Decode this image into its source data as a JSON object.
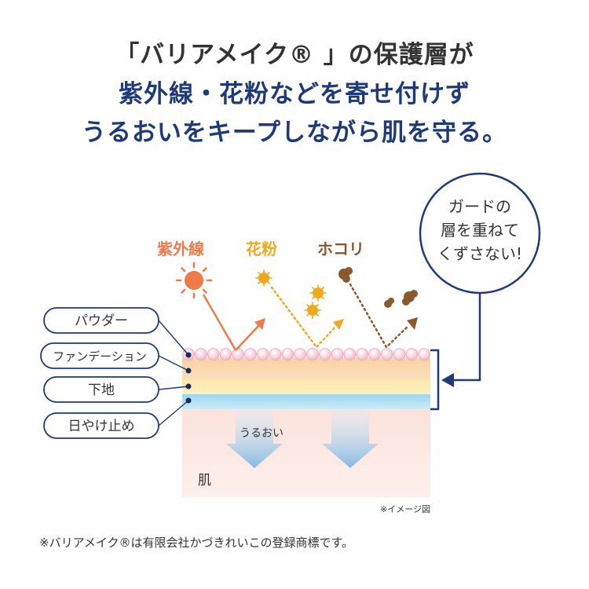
{
  "headline": {
    "line1": "「バリアメイク® 」の保護層が",
    "line2": "紫外線・花粉などを寄せ付けず",
    "line3": "うるおいをキープしながら肌を守る。"
  },
  "diagram": {
    "bubble_line1": "ガードの",
    "bubble_line2": "層を重ねて",
    "bubble_line3": "くずさない!",
    "threat_uv": "紫外線",
    "threat_pollen": "花粉",
    "threat_dust": "ホコリ",
    "layer_powder": "パウダー",
    "layer_foundation": "ファンデーション",
    "layer_base": "下地",
    "layer_sunscreen": "日やけ止め",
    "moisture_label": "うるおい",
    "skin_label": "肌",
    "image_note": "※イメージ図"
  },
  "footnote": "※バリアメイク®は有限会社かづきれいこの登録商標です。",
  "colors": {
    "navy": "#1f3a78",
    "uv_orange": "#f07a4a",
    "pollen_yellow": "#f0a820",
    "dust_brown": "#8a5a2e"
  }
}
